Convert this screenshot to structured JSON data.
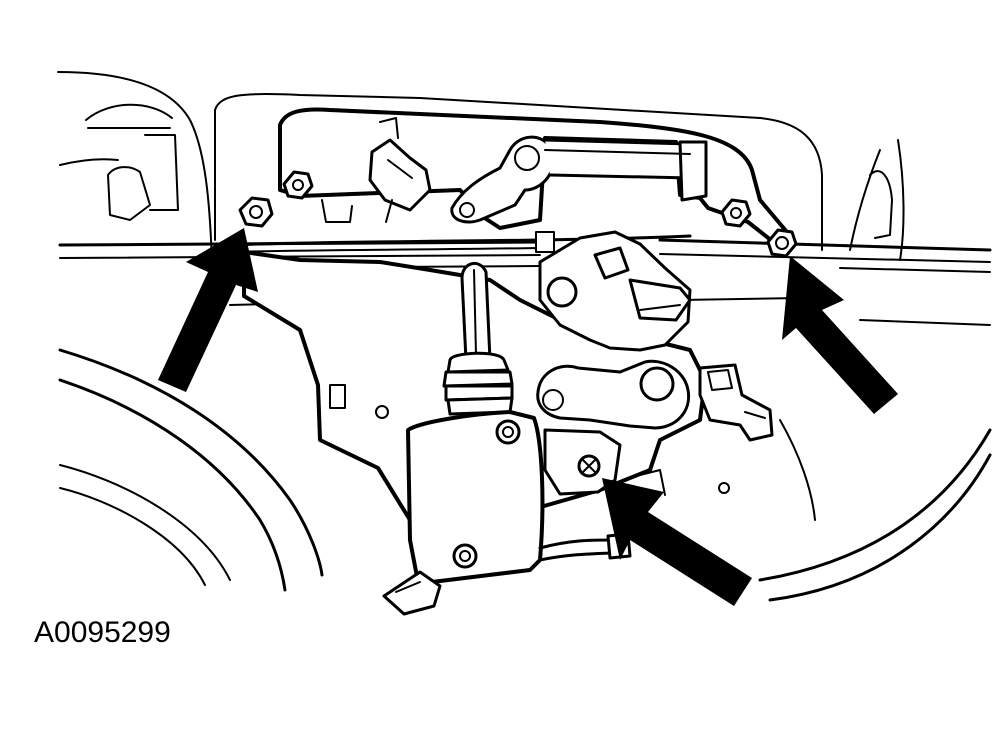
{
  "figure": {
    "id_label": "A0095299"
  },
  "colors": {
    "ink": "#000000",
    "paper": "#ffffff"
  },
  "callouts": [
    {
      "name": "left-nut-arrow",
      "points_to": "left-retaining-nut"
    },
    {
      "name": "right-nut-arrow",
      "points_to": "right-retaining-nut"
    },
    {
      "name": "bottom-screw-arrow",
      "points_to": "center-screw"
    }
  ]
}
